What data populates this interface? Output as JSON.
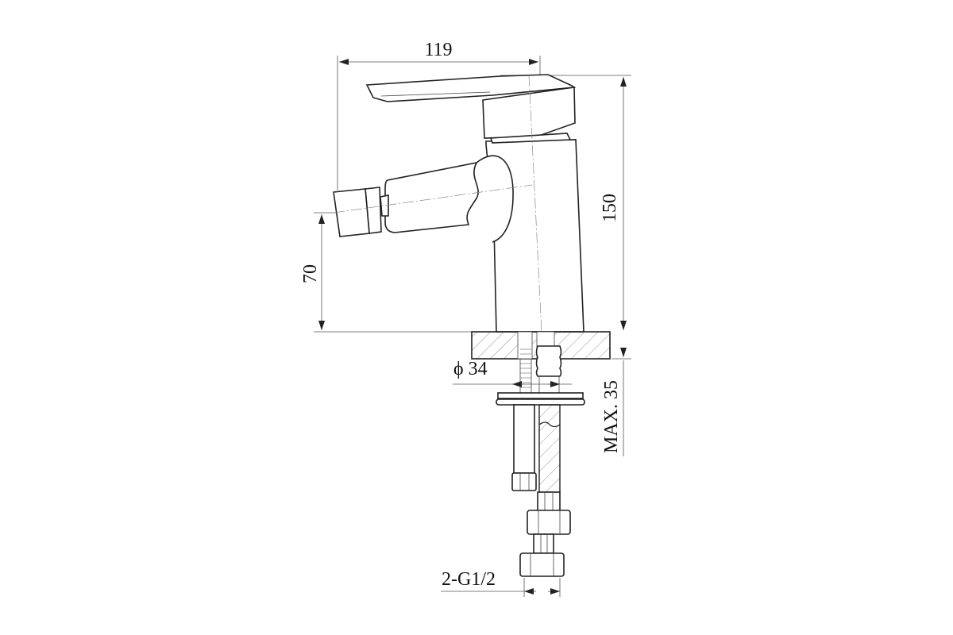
{
  "drawing": {
    "title": "Bidet faucet side view technical drawing",
    "dimensions": {
      "width_total": "119",
      "height_total": "150",
      "spout_height": "70",
      "base_diameter": "ϕ 34",
      "max_thickness": "MAX. 35",
      "connection": "2-G1/2"
    },
    "colors": {
      "line": "#222222",
      "background": "#ffffff"
    }
  }
}
